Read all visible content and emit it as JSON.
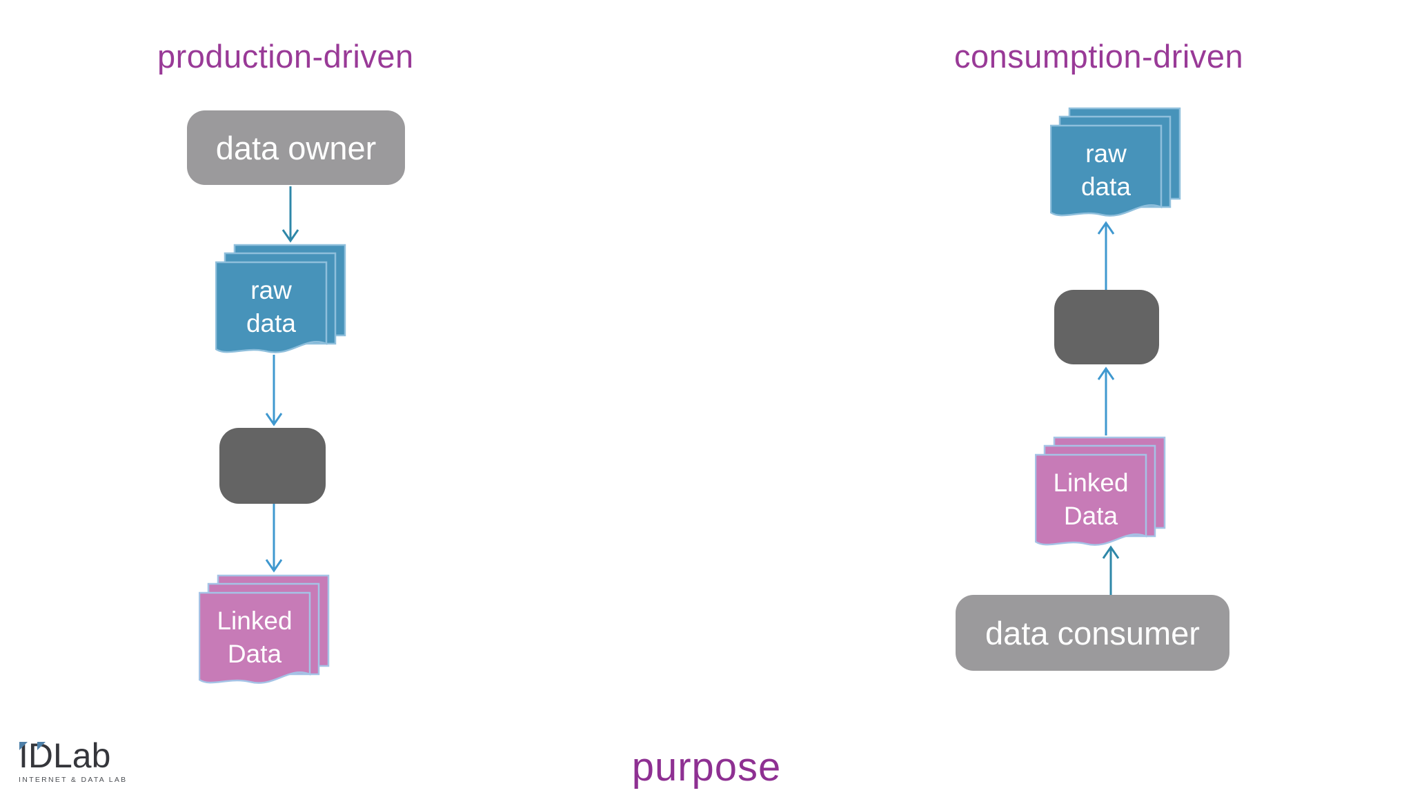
{
  "colors": {
    "heading_purple": "#993A97",
    "purpose_purple": "#8E3092",
    "actor_gray": "#9B9A9C",
    "process_dark_gray": "#646464",
    "raw_data_blue": "#4793BA",
    "raw_data_border": "#8FBFDC",
    "linked_data_pink": "#C77BB7",
    "linked_data_border": "#A5C3E6",
    "arrow_teal": "#2E87A8",
    "arrow_blue": "#3F98CF",
    "doc_text_white": "#FFFFFF",
    "logo_dark": "#35363B",
    "logo_accent_blue": "#4D7FA8"
  },
  "columns": {
    "left": {
      "title": "production-driven",
      "actor_label": "data owner",
      "raw_doc": {
        "line1": "raw",
        "line2": "data"
      },
      "linked_doc": {
        "line1": "Linked",
        "line2": "Data"
      }
    },
    "right": {
      "title": "consumption-driven",
      "actor_label": "data consumer",
      "raw_doc": {
        "line1": "raw",
        "line2": "data"
      },
      "linked_doc": {
        "line1": "Linked",
        "line2": "Data"
      }
    }
  },
  "footer": {
    "caption": "purpose"
  },
  "logo": {
    "text": "IDLab",
    "subtitle": "INTERNET & DATA LAB"
  }
}
